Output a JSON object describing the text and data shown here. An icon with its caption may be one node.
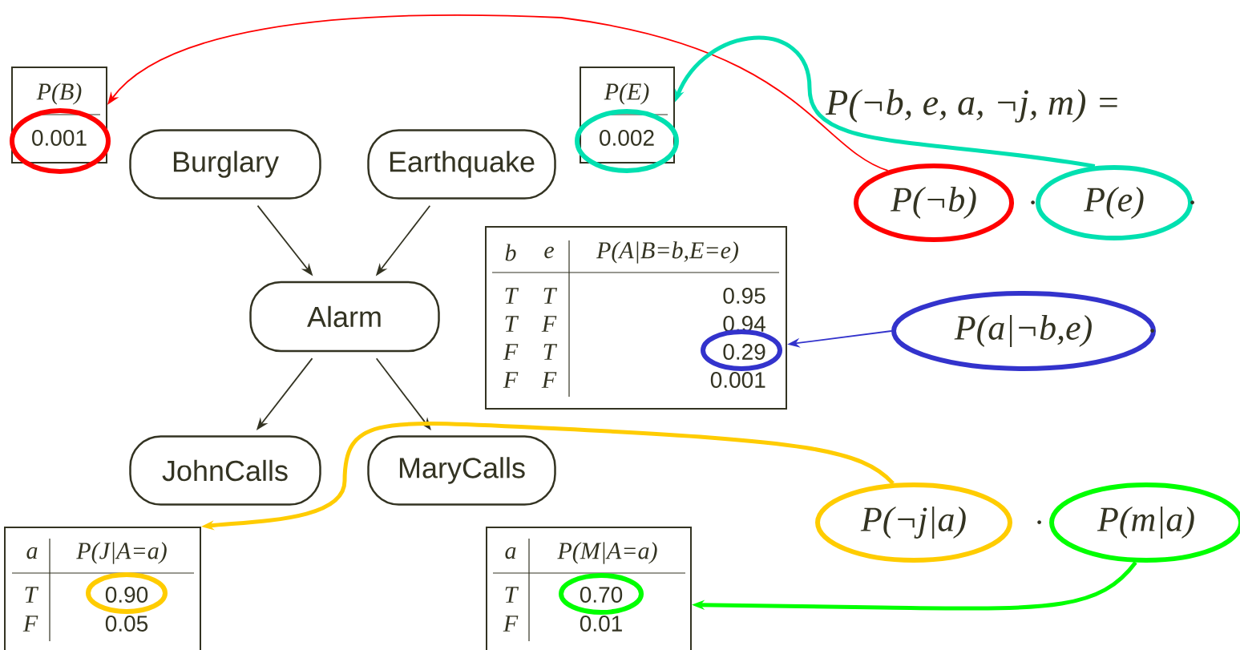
{
  "diagram": {
    "nodes": [
      {
        "text": [
          "Burglary"
        ]
      },
      {
        "text": [
          "Earthquake"
        ]
      },
      {
        "text": [
          "Alarm"
        ]
      },
      {
        "text": [
          "JohnCalls"
        ]
      },
      {
        "text": [
          "MaryCalls"
        ]
      },
      {
        "text": [
          "P(B)",
          "0.001"
        ]
      },
      {
        "text": [
          "P(E)",
          "0.002"
        ]
      },
      {
        "text": [
          "b",
          "e",
          "P(A|B=b,E=e)",
          "T",
          "T",
          "0.95",
          "T",
          "F",
          "0.94",
          "F",
          "T",
          "0.29",
          "F",
          "F",
          "0.001"
        ]
      },
      {
        "text": [
          "a",
          "P(J|A=a)",
          "T",
          "0.90",
          "F",
          "0.05"
        ]
      },
      {
        "text": [
          "a",
          "P(M|A=a)",
          "T",
          "0.70",
          "F",
          "0.01"
        ]
      },
      {
        "text": [
          "P(¬b)"
        ]
      },
      {
        "text": [
          "P(e)"
        ]
      },
      {
        "text": [
          "P(a|¬b,e)"
        ]
      },
      {
        "text": [
          "P(¬j|a)"
        ]
      },
      {
        "text": [
          "P(m|a)"
        ]
      }
    ],
    "edges": [
      {
        "from": 0,
        "to": 2,
        "arrow": "to"
      },
      {
        "from": 1,
        "to": 2,
        "arrow": "to"
      },
      {
        "from": 2,
        "to": 3,
        "arrow": "to"
      },
      {
        "from": 2,
        "to": 4,
        "arrow": "to"
      },
      {
        "from": 10,
        "to": 5,
        "arrow": "to",
        "color": "#ff0000"
      },
      {
        "from": 11,
        "to": 6,
        "arrow": "to",
        "color": "#00e0b0",
        "style": "thick"
      },
      {
        "from": 12,
        "to": 7,
        "arrow": "to",
        "color": "#3333cc"
      },
      {
        "from": 13,
        "to": 8,
        "arrow": "to",
        "color": "#ffcc00",
        "style": "thick"
      },
      {
        "from": 14,
        "to": 9,
        "arrow": "to",
        "color": "#00ff00",
        "style": "thick"
      }
    ],
    "labels": [
      "P(¬b, e, a, ¬j, m) =",
      "·",
      "·",
      "·",
      "·"
    ]
  }
}
